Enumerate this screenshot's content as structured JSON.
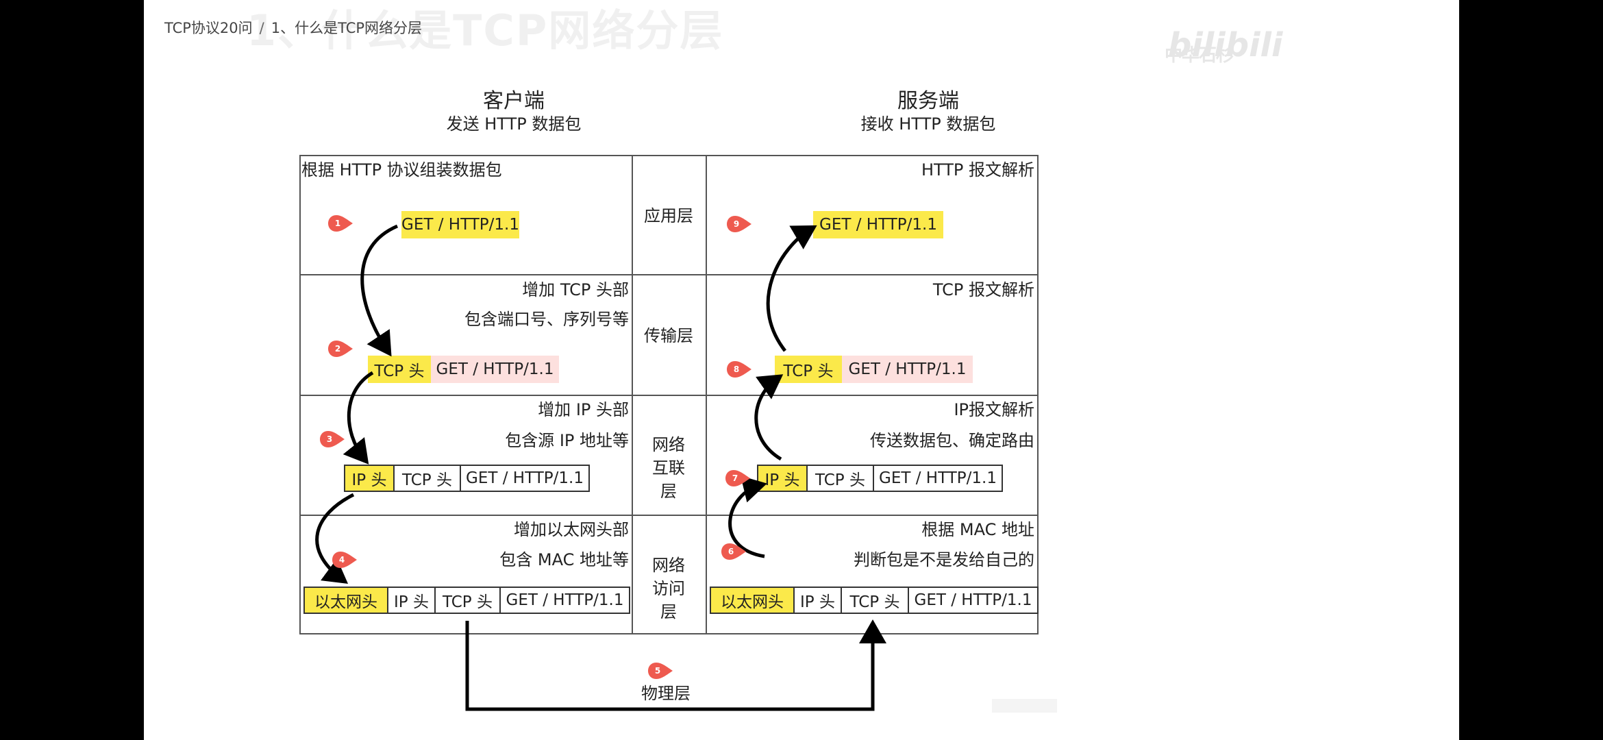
{
  "breadcrumb": {
    "root": "TCP协议20问",
    "separator": "/",
    "current": "1、什么是TCP网络分层"
  },
  "background_title": "1、什么是TCP网络分层",
  "watermark": {
    "logo": "bilibili",
    "text": "中华石杉"
  },
  "diagram": {
    "client": {
      "title": "客户端",
      "subtitle": "发送 HTTP 数据包"
    },
    "server": {
      "title": "服务端",
      "subtitle": "接收 HTTP 数据包"
    },
    "layers": [
      {
        "label": "应用层"
      },
      {
        "label": "传输层"
      },
      {
        "label": "网络互联层"
      },
      {
        "label": "网络访问层"
      }
    ],
    "physical_layer": "物理层",
    "client_notes": {
      "app": "根据 HTTP 协议组装数据包",
      "transport_1": "增加 TCP 头部",
      "transport_2": "包含端口号、序列号等",
      "network_1": "增加 IP 头部",
      "network_2": "包含源 IP 地址等",
      "access_1": "增加以太网头部",
      "access_2": "包含 MAC 地址等"
    },
    "server_notes": {
      "app": "HTTP 报文解析",
      "transport": "TCP 报文解析",
      "network_1": "IP报文解析",
      "network_2": "传送数据包、确定路由",
      "access_1": "根据 MAC 地址",
      "access_2": "判断包是不是发给自己的"
    },
    "packet_parts": {
      "http": "GET / HTTP/1.1",
      "tcp": "TCP 头",
      "ip": "IP 头",
      "eth": "以太网头"
    },
    "steps": [
      "1",
      "2",
      "3",
      "4",
      "5",
      "6",
      "7",
      "8",
      "9"
    ],
    "colors": {
      "highlight": "#fbe94a",
      "pink": "#fde0de",
      "marker": "#ee5a4f",
      "line": "#555555"
    }
  }
}
